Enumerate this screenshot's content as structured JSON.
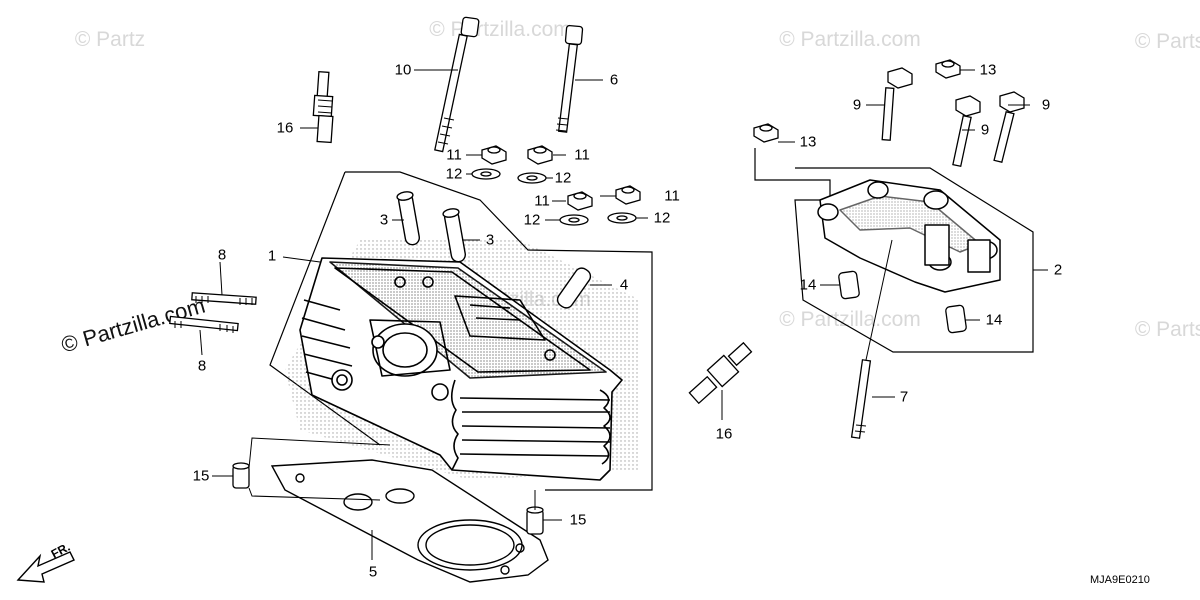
{
  "watermarks": {
    "text": "© Partzilla.com",
    "short": "© Partz",
    "right": "© Parts"
  },
  "diagram_code": "MJA9E0210",
  "front_marker": "FR.",
  "callouts": {
    "c1": "1",
    "c2": "2",
    "c3a": "3",
    "c3b": "3",
    "c4": "4",
    "c5": "5",
    "c6": "6",
    "c7": "7",
    "c8a": "8",
    "c8b": "8",
    "c9a": "9",
    "c9b": "9",
    "c9c": "9",
    "c10": "10",
    "c11a": "11",
    "c11b": "11",
    "c11c": "11",
    "c11d": "11",
    "c12a": "12",
    "c12b": "12",
    "c12c": "12",
    "c12d": "12",
    "c13a": "13",
    "c13b": "13",
    "c14a": "14",
    "c14b": "14",
    "c15a": "15",
    "c15b": "15",
    "c16a": "16",
    "c16b": "16"
  }
}
